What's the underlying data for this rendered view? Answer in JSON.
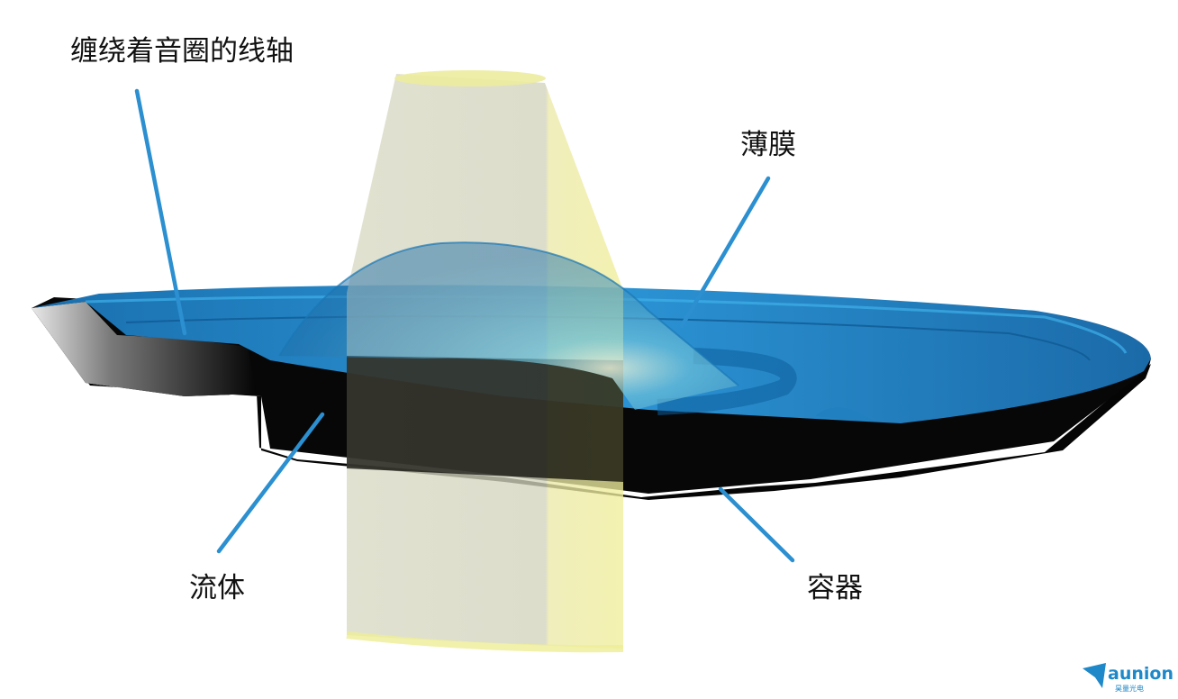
{
  "labels": {
    "coil_bobbin": "缠绕着音圈的线轴",
    "membrane": "薄膜",
    "fluid": "流体",
    "container": "容器"
  },
  "brand": {
    "name": "aunion",
    "subtitle": "昊量光电",
    "icon": "paper-plane-icon"
  },
  "colors": {
    "membrane_blue": "#1670b0",
    "membrane_light": "#2aa3e0",
    "container_black": "#050505",
    "bobbin_yellow": "#e6e6a8",
    "bobbin_grey": "#d6d6c2",
    "leader_line": "#2b8fd0"
  }
}
